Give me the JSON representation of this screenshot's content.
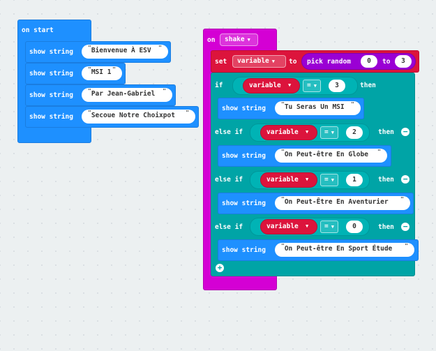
{
  "on_start": {
    "label": "on start",
    "blocks": [
      {
        "label": "show string",
        "value": "Bienvenue À ESV"
      },
      {
        "label": "show string",
        "value": "MSI 1"
      },
      {
        "label": "show string",
        "value": "Par Jean-Gabriel"
      },
      {
        "label": "show string",
        "value": "Secoue Notre Choixpot"
      }
    ]
  },
  "on_shake": {
    "on_label": "on",
    "event": "shake",
    "set_label": "set",
    "variable": "variable",
    "to_label": "to",
    "pick_random_label": "pick random",
    "pick_from": "0",
    "pick_to_label": "to",
    "pick_to": "3",
    "if_label": "if",
    "then_label": "then",
    "else_if_label": "else if",
    "eq_label": "=",
    "branches": [
      {
        "compare": "3",
        "show_label": "show string",
        "text": "Tu Seras Un MSI"
      },
      {
        "compare": "2",
        "show_label": "show string",
        "text": "On Peut-être En Globe"
      },
      {
        "compare": "1",
        "show_label": "show string",
        "text": "On Peut-Être En Aventurier"
      },
      {
        "compare": "0",
        "show_label": "show string",
        "text": "On Peut-être En Sport Étude"
      }
    ],
    "add_icon": "+",
    "remove_icon": "−"
  },
  "colors": {
    "events": "#1e90ff",
    "logic": "#00a4a6",
    "input": "#d400d4",
    "variables": "#dc143c",
    "math": "#9a00d4",
    "background": "#ecf0f1"
  }
}
